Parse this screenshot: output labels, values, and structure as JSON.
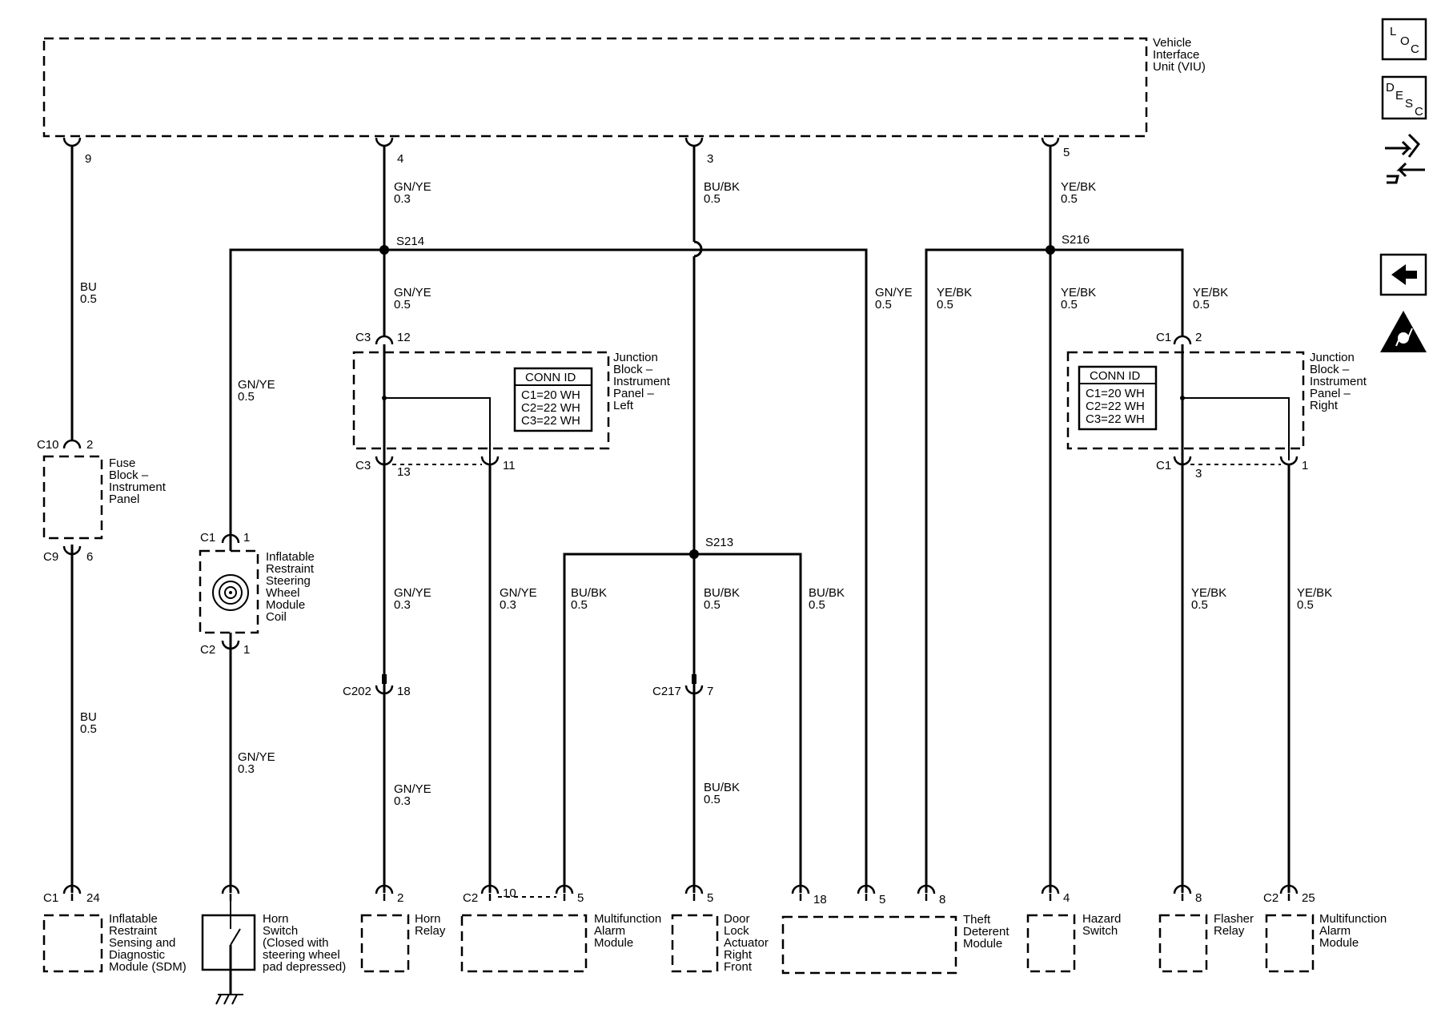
{
  "viu": {
    "l1": "Vehicle",
    "l2": "Interface",
    "l3": "Unit (VIU)"
  },
  "pins": {
    "viu9": "9",
    "viu4": "4",
    "viu3": "3",
    "viu5": "5"
  },
  "wires": {
    "gnye03": [
      "GN/YE",
      "0.3"
    ],
    "gnye05": [
      "GN/YE",
      "0.5"
    ],
    "bubk05": [
      "BU/BK",
      "0.5"
    ],
    "yebk05": [
      "YE/BK",
      "0.5"
    ],
    "bu05": [
      "BU",
      "0.5"
    ]
  },
  "splices": {
    "s214": "S214",
    "s216": "S216",
    "s213": "S213"
  },
  "connectors": {
    "c1": "C1",
    "c2": "C2",
    "c3": "C3",
    "c9": "C9",
    "c10": "C10",
    "c202": "C202",
    "c217": "C217",
    "p1": "1",
    "p2": "2",
    "p3": "3",
    "p5": "5",
    "p6": "6",
    "p7": "7",
    "p8": "8",
    "p10": "10",
    "p11": "11",
    "p12": "12",
    "p13": "13",
    "p18": "18",
    "p24": "24",
    "p25": "25",
    "p4": "4"
  },
  "jb_left": {
    "l1": "Junction",
    "l2": "Block –",
    "l3": "Instrument",
    "l4": "Panel –",
    "l5": "Left"
  },
  "jb_right": {
    "l1": "Junction",
    "l2": "Block –",
    "l3": "Instrument",
    "l4": "Panel –",
    "l5": "Right"
  },
  "conn_id": {
    "title": "CONN ID",
    "r1": "C1=20 WH",
    "r2": "C2=22 WH",
    "r3": "C3=22 WH"
  },
  "fuse_block": {
    "l1": "Fuse",
    "l2": "Block –",
    "l3": "Instrument",
    "l4": "Panel"
  },
  "coil": {
    "l1": "Inflatable",
    "l2": "Restraint",
    "l3": "Steering",
    "l4": "Wheel",
    "l5": "Module",
    "l6": "Coil"
  },
  "sdm": {
    "l1": "Inflatable",
    "l2": "Restraint",
    "l3": "Sensing and",
    "l4": "Diagnostic",
    "l5": "Module (SDM)"
  },
  "horn_switch": {
    "l1": "Horn",
    "l2": "Switch",
    "l3": "(Closed with",
    "l4": "steering wheel",
    "l5": "pad depressed)"
  },
  "horn_relay": {
    "l1": "Horn",
    "l2": "Relay"
  },
  "mfam": {
    "l1": "Multifunction",
    "l2": "Alarm",
    "l3": "Module"
  },
  "door_lock": {
    "l1": "Door",
    "l2": "Lock",
    "l3": "Actuator",
    "l4": "Right",
    "l5": "Front"
  },
  "theft": {
    "l1": "Theft",
    "l2": "Deterent",
    "l3": "Module"
  },
  "hazard": {
    "l1": "Hazard",
    "l2": "Switch"
  },
  "flasher": {
    "l1": "Flasher",
    "l2": "Relay"
  },
  "icons": {
    "loc": {
      "a": "L",
      "b": "O",
      "c": "C"
    },
    "desc": {
      "a": "D",
      "b": "E",
      "c": "S",
      "d": "C"
    },
    "names": [
      "loc-icon",
      "desc-icon",
      "schematic-navigation-icon",
      "back-arrow-icon",
      "esd-warning-icon"
    ]
  }
}
